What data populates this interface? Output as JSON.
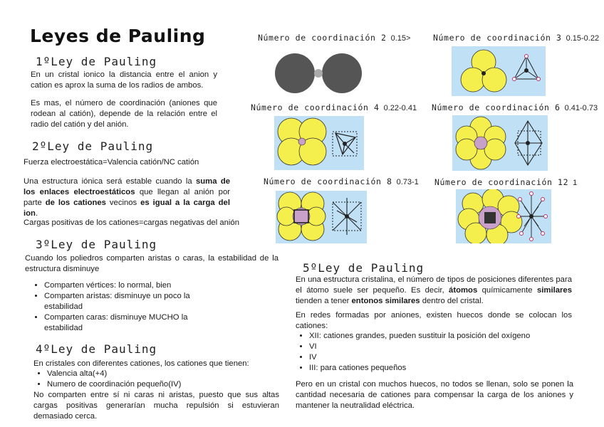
{
  "title": "Leyes de Pauling",
  "law1": {
    "heading": "1ºLey de Pauling",
    "p1": "En un cristal ionico la distancia entre el anion y cation es aprox la suma de los radios de ambos.",
    "p2": "Es mas, el número de coordinación (aniones que rodean al catión), depende de la relación entre el radio del catión y del anión."
  },
  "law2": {
    "heading": "2ºLey de Pauling",
    "p1": "Fuerza electroestática=Valencia catión/NC catión",
    "p2_a": "Una estructura iónica será estable cuando la ",
    "p2_b": "suma de los enlaces electroestáticos",
    "p2_c": " que llegan al anión por parte ",
    "p2_d": "de los cationes",
    "p2_e": " vecinos ",
    "p2_f": "es igual a la carga del ion",
    "p2_g": ".",
    "p3": "Cargas positivas de los cationes=cargas negativas del anión"
  },
  "law3": {
    "heading": "3ºLey de Pauling",
    "p1": "Cuando los poliedros comparten aristas o caras, la estabilidad de la estructura disminuye",
    "items": [
      "Comparten vértices: lo normal, bien",
      "Comparten aristas: disminuye un poco la estabilidad",
      "Comparten caras: disminuye MUCHO la estabilidad"
    ]
  },
  "law4": {
    "heading": "4ºLey de Pauling",
    "p1": "En cristales con diferentes cationes, los cationes que tienen:",
    "items": [
      "Valencia alta(+4)",
      "Numero de coordinación pequeño(IV)"
    ],
    "p2": "No comparten entre sí ni caras ni aristas, puesto que sus altas cargas positivas generarían mucha repulsión si estuvieran demasiado cerca."
  },
  "law5": {
    "heading": "5ºLey de Pauling",
    "p1_a": "En una estructura cristalina, el número de tipos de posiciones diferentes para el átomo suele ser pequeño. Es decir, ",
    "p1_b": "átomos",
    "p1_c": " químicamente ",
    "p1_d": "similares",
    "p1_e": " tienden a tener ",
    "p1_f": "entonos similares",
    "p1_g": " dentro del cristal.",
    "p2": "En redes formadas por aniones, existen huecos donde se colocan los cationes:",
    "items": [
      "XII: cationes grandes, pueden sustituir la posición del oxígeno",
      "VI",
      "IV",
      "III: para cationes pequeños"
    ],
    "p3": "Pero en un cristal con muchos huecos, no todos se llenan, solo se ponen la cantidad necesaria de cationes para compensar la carga de los aniones y mantener la neutralidad eléctrica."
  },
  "coordination": {
    "c2": {
      "label": "Número de coordinación 2",
      "range": "0.15>"
    },
    "c3": {
      "label": "Número de coordinación 3",
      "range": "0.15-0.22"
    },
    "c4": {
      "label": "Número de coordinación 4",
      "range": "0.22-0.41"
    },
    "c6": {
      "label": "Número de coordinación 6",
      "range": "0.41-0.73"
    },
    "c8": {
      "label": "Número de coordinación 8",
      "range": "0.73-1"
    },
    "c12": {
      "label": "Número de coordinación 12",
      "range": "1"
    }
  },
  "colors": {
    "anion": "#f5ef4d",
    "box": "#bfe0f5",
    "cation": "#c9a0c9",
    "large_atom": "#555555"
  }
}
